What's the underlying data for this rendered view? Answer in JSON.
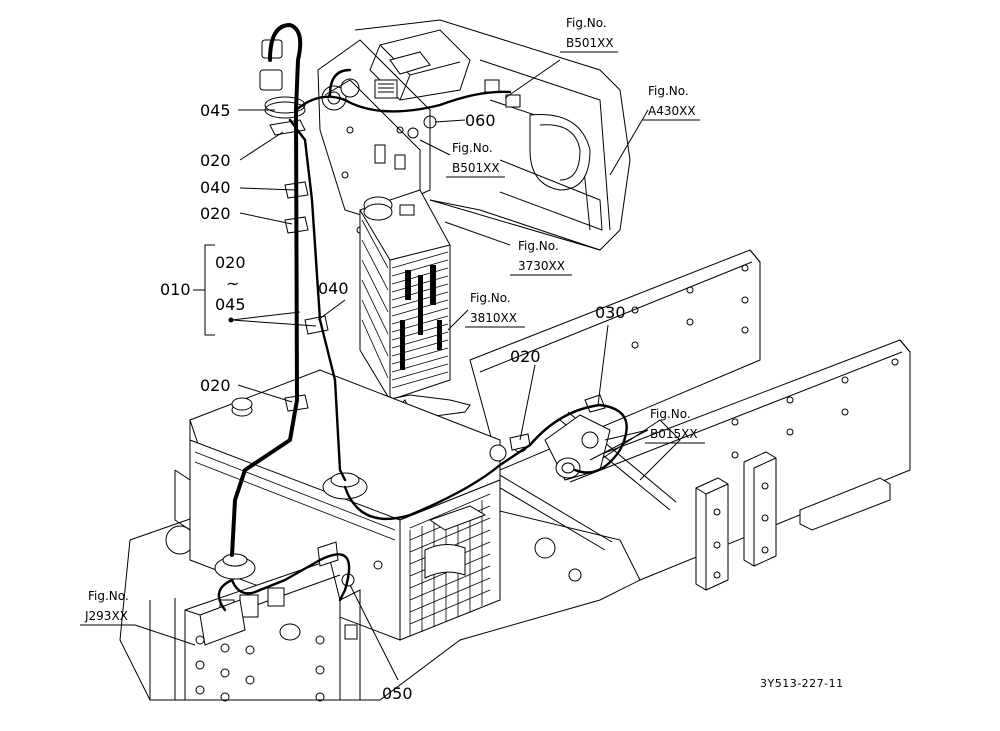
{
  "colors": {
    "ink": "#000000",
    "paper": "#ffffff"
  },
  "diagram_code": "3Y513-227-11",
  "part_labels": {
    "p045_top": "045",
    "p020_a": "020",
    "p040_a": "040",
    "p020_b": "020",
    "p010": "010",
    "p020_range": "020",
    "p_range_sym": "~",
    "p045_range": "045",
    "p040_b": "040",
    "p020_c": "020",
    "p020_d": "020",
    "p030": "030",
    "p060": "060",
    "p050": "050"
  },
  "fig_refs": [
    {
      "title": "Fig.No.",
      "code": "B501XX"
    },
    {
      "title": "Fig.No.",
      "code": "A430XX"
    },
    {
      "title": "Fig.No.",
      "code": "B501XX"
    },
    {
      "title": "Fig.No.",
      "code": "3730XX"
    },
    {
      "title": "Fig.No.",
      "code": "3810XX"
    },
    {
      "title": "Fig.No.",
      "code": "B015XX"
    },
    {
      "title": "Fig.No.",
      "code": "J293XX"
    }
  ]
}
